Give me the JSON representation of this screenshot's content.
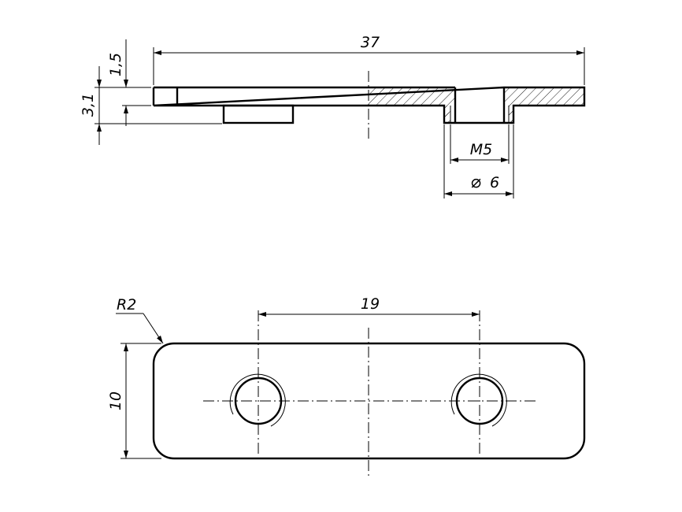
{
  "drawing": {
    "section_view": {
      "dim_overall_length": "37",
      "dim_flange_thickness": "1,5",
      "dim_total_height": "3,1",
      "dim_thread": "M5",
      "dim_boss_diameter": "6",
      "diameter_symbol": "⌀"
    },
    "plan_view": {
      "dim_corner_radius": "R2",
      "dim_hole_spacing": "19",
      "dim_width": "10"
    }
  }
}
